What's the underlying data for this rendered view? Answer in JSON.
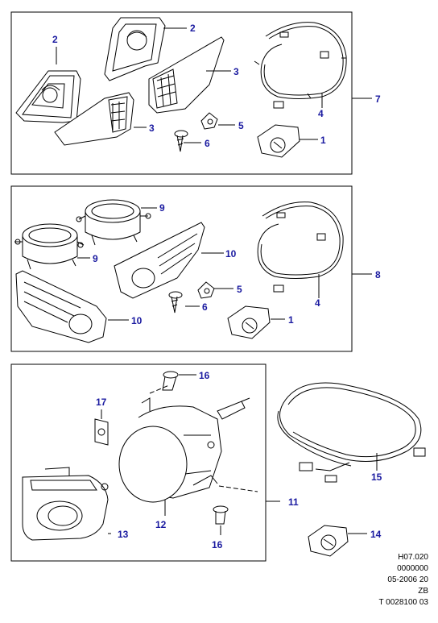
{
  "colors": {
    "callout": "#1a1aa0",
    "line": "#000000",
    "panel_border": "#000000"
  },
  "panels": [
    {
      "name": "panel-1",
      "parts": [
        "2",
        "2",
        "3",
        "3",
        "5",
        "6",
        "7",
        "4",
        "1"
      ]
    },
    {
      "name": "panel-2",
      "parts": [
        "9",
        "9",
        "10",
        "10",
        "5",
        "6",
        "8",
        "4",
        "1"
      ]
    },
    {
      "name": "panel-3",
      "parts": [
        "16",
        "17",
        "13",
        "12",
        "11",
        "16",
        "15",
        "14"
      ]
    }
  ],
  "callouts": {
    "p1_2a": "2",
    "p1_2b": "2",
    "p1_3a": "3",
    "p1_3b": "3",
    "p1_5": "5",
    "p1_6": "6",
    "p1_7": "7",
    "p1_4": "4",
    "p1_1": "1",
    "p2_9a": "9",
    "p2_9b": "9",
    "p2_10a": "10",
    "p2_10b": "10",
    "p2_5": "5",
    "p2_6": "6",
    "p2_8": "8",
    "p2_4": "4",
    "p2_1": "1",
    "p3_16a": "16",
    "p3_17": "17",
    "p3_13": "13",
    "p3_12": "12",
    "p3_11": "11",
    "p3_16b": "16",
    "p3_15": "15",
    "p3_14": "14"
  },
  "reference": {
    "line1": "H07.020",
    "line2": "0000000",
    "line3": "05-2006 20",
    "line4": "ZB",
    "line5": "T 0028100 03"
  }
}
